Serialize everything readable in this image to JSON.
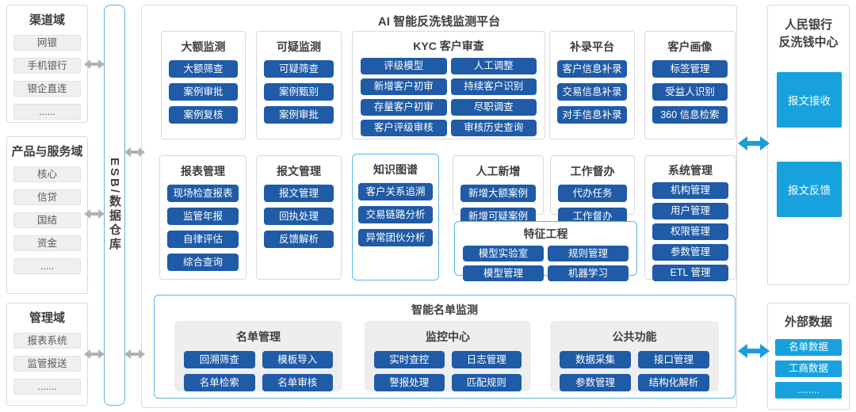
{
  "colors": {
    "navy": "#1f5ba7",
    "cyan": "#17a2de",
    "blue_border": "#5cb6e8",
    "box_border": "#d9d9d9",
    "gray_fill": "#efefef",
    "arrow_gray": "#b1b1b3",
    "arrow_blue": "#1b9fdb",
    "text_dark": "#3e3e3e",
    "text_gray": "#595959"
  },
  "left_domains": {
    "channel": {
      "title": "渠道域",
      "items": [
        "网银",
        "手机银行",
        "银企直连",
        "......"
      ]
    },
    "product": {
      "title": "产品与服务域",
      "items": [
        "核心",
        "信贷",
        "国结",
        "资金",
        "....."
      ]
    },
    "management": {
      "title": "管理域",
      "items": [
        "报表系统",
        "监管报送",
        "......."
      ]
    }
  },
  "esb": {
    "label": "ESB/数据仓库"
  },
  "platform": {
    "title": "AI 智能反洗钱监测平台",
    "modules": {
      "large_amount": {
        "title": "大额监测",
        "items": [
          "大额筛查",
          "案例审批",
          "案例复核"
        ]
      },
      "suspicious": {
        "title": "可疑监测",
        "items": [
          "可疑筛查",
          "案例甄别",
          "案例审批"
        ]
      },
      "kyc": {
        "title": "KYC 客户审查",
        "items": [
          "评级模型",
          "人工调整",
          "新增客户初审",
          "持续客户识别",
          "存量客户初审",
          "尽职调查",
          "客户评级审核",
          "审核历史查询"
        ]
      },
      "supplement": {
        "title": "补录平台",
        "items": [
          "客户信息补录",
          "交易信息补录",
          "对手信息补录"
        ]
      },
      "profile": {
        "title": "客户画像",
        "items": [
          "标签管理",
          "受益人识别",
          "360 信息检索"
        ]
      },
      "reports": {
        "title": "报表管理",
        "items": [
          "现场检查报表",
          "监管年报",
          "自律评估",
          "综合查询"
        ]
      },
      "messages": {
        "title": "报文管理",
        "items": [
          "报文管理",
          "回执处理",
          "反馈解析"
        ]
      },
      "knowledge_graph": {
        "title": "知识图谱",
        "items": [
          "客户关系追溯",
          "交易链路分析",
          "异常团伙分析"
        ]
      },
      "manual_add": {
        "title": "人工新增",
        "items": [
          "新增大额案例",
          "新增可疑案例"
        ]
      },
      "supervision": {
        "title": "工作督办",
        "items": [
          "代办任务",
          "工作督办"
        ]
      },
      "system": {
        "title": "系统管理",
        "items": [
          "机构管理",
          "用户管理",
          "权限管理",
          "参数管理",
          "ETL 管理"
        ]
      },
      "feature_eng": {
        "title": "特征工程",
        "items": [
          "模型实验室",
          "规则管理",
          "模型管理",
          "机器学习"
        ]
      }
    },
    "list_monitoring": {
      "title": "智能名单监测",
      "groups": [
        {
          "title": "名单管理",
          "items": [
            "回溯筛查",
            "模板导入",
            "名单检索",
            "名单审核"
          ]
        },
        {
          "title": "监控中心",
          "items": [
            "实时查控",
            "日志管理",
            "警报处理",
            "匹配规则"
          ]
        },
        {
          "title": "公共功能",
          "items": [
            "数据采集",
            "接口管理",
            "参数管理",
            "结构化解析"
          ]
        }
      ]
    }
  },
  "right": {
    "pboc": {
      "title_lines": [
        "人民银行",
        "反洗钱中心"
      ],
      "items": [
        "报文接收",
        "报文反馈"
      ]
    },
    "external": {
      "title": "外部数据",
      "items": [
        "名单数据",
        "工商数据",
        "........"
      ]
    }
  }
}
